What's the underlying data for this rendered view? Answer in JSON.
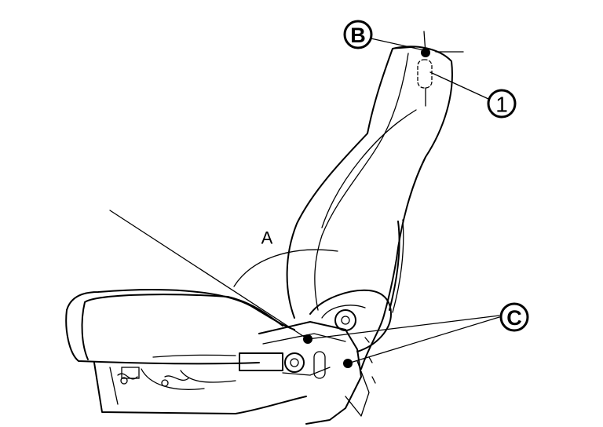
{
  "callouts": {
    "b": "B",
    "one": "1",
    "c": "C",
    "a": "A"
  },
  "colors": {
    "ink": "#000000",
    "paper": "#ffffff"
  }
}
